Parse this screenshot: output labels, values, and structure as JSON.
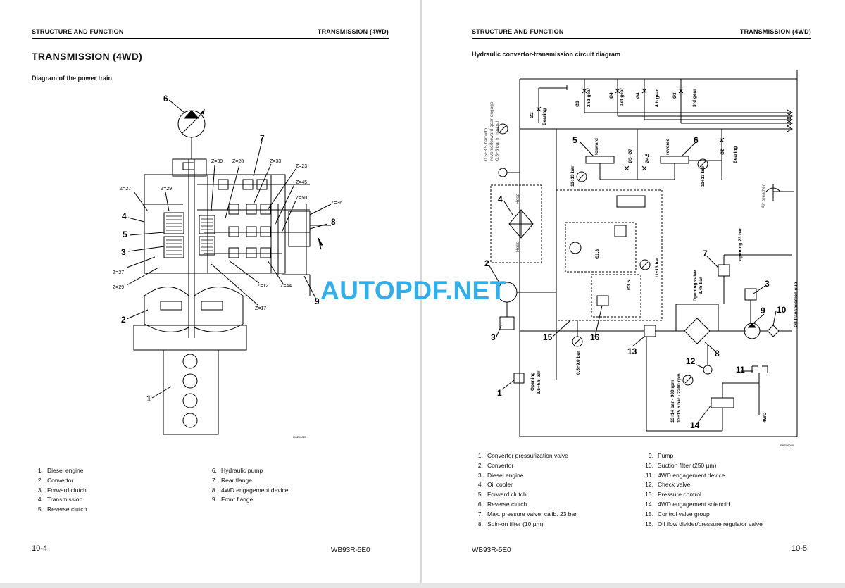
{
  "left": {
    "header_left": "STRUCTURE AND FUNCTION",
    "header_right": "TRANSMISSION (4WD)",
    "title": "TRANSMISSION (4WD)",
    "subtitle": "Diagram of the power train",
    "figure_code": "RKZ06020",
    "callouts": [
      "1",
      "2",
      "3",
      "4",
      "5",
      "6",
      "7",
      "8",
      "9"
    ],
    "gear_labels": [
      "Z=39",
      "Z=28",
      "Z=33",
      "Z=23",
      "Z=27",
      "Z=29",
      "Z=45",
      "Z=50",
      "Z=36",
      "Z=27",
      "Z=29",
      "Z=12",
      "Z=44",
      "Z=17"
    ],
    "legend_col1": [
      {
        "n": "1.",
        "t": "Diesel engine"
      },
      {
        "n": "2.",
        "t": "Convertor"
      },
      {
        "n": "3.",
        "t": "Forward clutch"
      },
      {
        "n": "4.",
        "t": "Transmission"
      },
      {
        "n": "5.",
        "t": "Reverse clutch"
      }
    ],
    "legend_col2": [
      {
        "n": "6.",
        "t": "Hydraulic pump"
      },
      {
        "n": "7.",
        "t": "Rear flange"
      },
      {
        "n": "8.",
        "t": "4WD engagement device"
      },
      {
        "n": "9.",
        "t": "Front flange"
      }
    ],
    "page_number": "10-4",
    "model": "WB93R-5E0"
  },
  "right": {
    "header_left": "STRUCTURE AND FUNCTION",
    "header_right": "TRANSMISSION (4WD)",
    "subtitle": "Hydraulic convertor-transmission circuit diagram",
    "figure_code": "RKZ06030",
    "diagram_labels": {
      "pressure_note_1": "0.5÷3.5 bar with",
      "pressure_note_2": "reverse/forward gear engage",
      "pressure_note_3": "0.5÷5 bar in neutral",
      "g3": "Ø3",
      "g2": "2nd gear",
      "g4a": "Ø4",
      "g1": "1st gear",
      "g4b": "Ø4",
      "g4th": "4th gear",
      "g3b": "Ø3",
      "g3rd": "3rd gear",
      "bearing1_d": "Ø2",
      "bearing1": "Bearing",
      "forward": "forward",
      "reverse": "reverse",
      "o5": "Ø5÷Ø7",
      "o45": "Ø4.5",
      "bearing2_d": "Ø2",
      "bearing2": "Bearing",
      "p1113a": "11÷13 bar",
      "p1113b": "11÷13 bar",
      "p1113c": "11÷13 bar",
      "air": "Air breather",
      "hose1": "Hose",
      "hose2": "Hose",
      "o13": "Ø1.3",
      "o35": "Ø3.5",
      "opening23": "opening 23 bar",
      "opening_valve": "Opening valve",
      "p345": "3.45 bar",
      "oil_cup": "Oil transmission cup",
      "p059": "0.5÷9.0 bar",
      "opening_a": "Opening",
      "opening_b": "3.5÷5.5 bar",
      "rpm1": "13÷14 bar - 900 rpm",
      "rpm2": "13÷15.5 bar - 2200 rpm",
      "fourwd": "4WD"
    },
    "callouts": [
      "1",
      "2",
      "3",
      "4",
      "5",
      "6",
      "7",
      "8",
      "9",
      "10",
      "11",
      "12",
      "13",
      "14",
      "15",
      "16"
    ],
    "legend_col1": [
      {
        "n": "1.",
        "t": "Convertor pressurization valve"
      },
      {
        "n": "2.",
        "t": "Convertor"
      },
      {
        "n": "3.",
        "t": "Diesel engine"
      },
      {
        "n": "4.",
        "t": "Oil cooler"
      },
      {
        "n": "5.",
        "t": "Forward clutch"
      },
      {
        "n": "6.",
        "t": "Reverse clutch"
      },
      {
        "n": "7.",
        "t": "Max. pressure valve: calib. 23 bar"
      },
      {
        "n": "8.",
        "t": "Spin-on filter (10 µm)"
      }
    ],
    "legend_col2": [
      {
        "n": "9.",
        "t": "Pump"
      },
      {
        "n": "10.",
        "t": "Suction filter (250 µm)"
      },
      {
        "n": "11.",
        "t": "4WD engagement device"
      },
      {
        "n": "12.",
        "t": "Check valve"
      },
      {
        "n": "13.",
        "t": "Pressure control"
      },
      {
        "n": "14.",
        "t": "4WD engagement solenoid"
      },
      {
        "n": "15.",
        "t": "Control valve group"
      },
      {
        "n": "16.",
        "t": "Oil flow divider/pressure regulator valve"
      }
    ],
    "page_number": "10-5",
    "model": "WB93R-5E0"
  },
  "watermark": "AUTOPDF.NET"
}
